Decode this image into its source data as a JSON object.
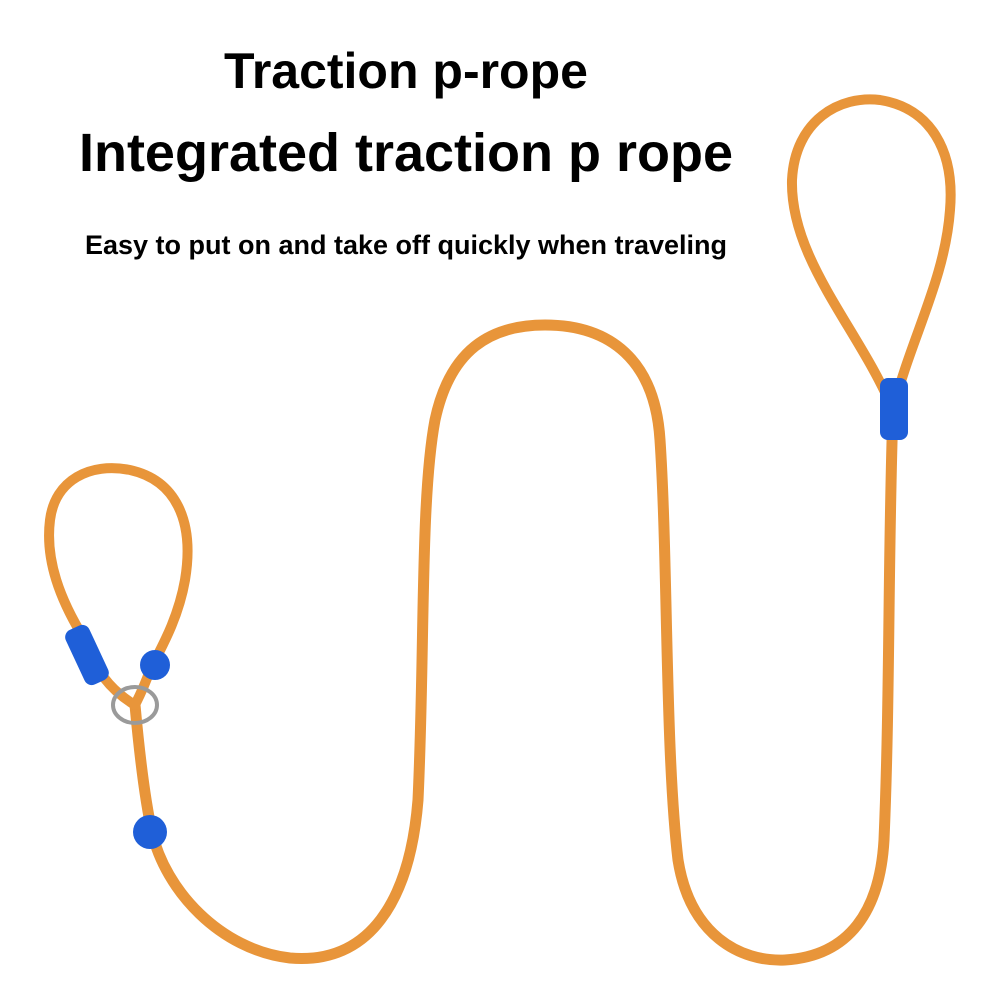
{
  "heading": {
    "title": "Traction p-rope",
    "subtitle_main": "Integrated traction p rope",
    "tagline": "Easy to put on and take off quickly when traveling"
  },
  "colors": {
    "rope": "#e8953a",
    "rope_shadow": "#c9741f",
    "accent_blue": "#1f5fd8",
    "ring": "#9a9a9a"
  }
}
